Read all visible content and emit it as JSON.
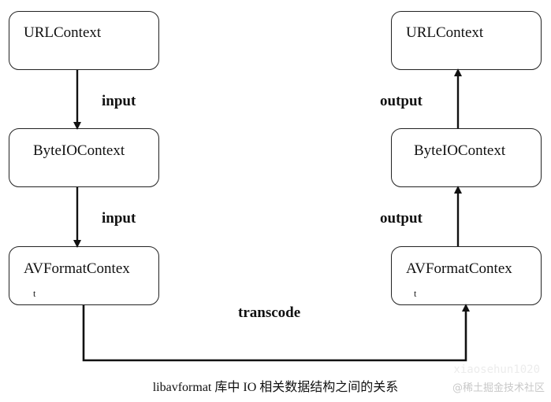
{
  "diagram": {
    "nodes": [
      {
        "id": "left-url",
        "label": "URLContext",
        "tail": ""
      },
      {
        "id": "left-byteio",
        "label": "ByteIOContext",
        "tail": ""
      },
      {
        "id": "left-avformat",
        "label": "AVFormatContex",
        "tail": "t"
      },
      {
        "id": "right-url",
        "label": "URLContext",
        "tail": ""
      },
      {
        "id": "right-byteio",
        "label": "ByteIOContext",
        "tail": ""
      },
      {
        "id": "right-avformat",
        "label": "AVFormatContex",
        "tail": "t"
      }
    ],
    "edge_labels": {
      "left_top": "input",
      "left_bottom": "input",
      "right_top": "output",
      "right_bottom": "output",
      "bottom": "transcode"
    },
    "caption": "libavformat 库中 IO 相关数据结构之间的关系",
    "watermark": "@稀土掘金技术社区",
    "watermark_faint": "xiaosehun1020"
  }
}
